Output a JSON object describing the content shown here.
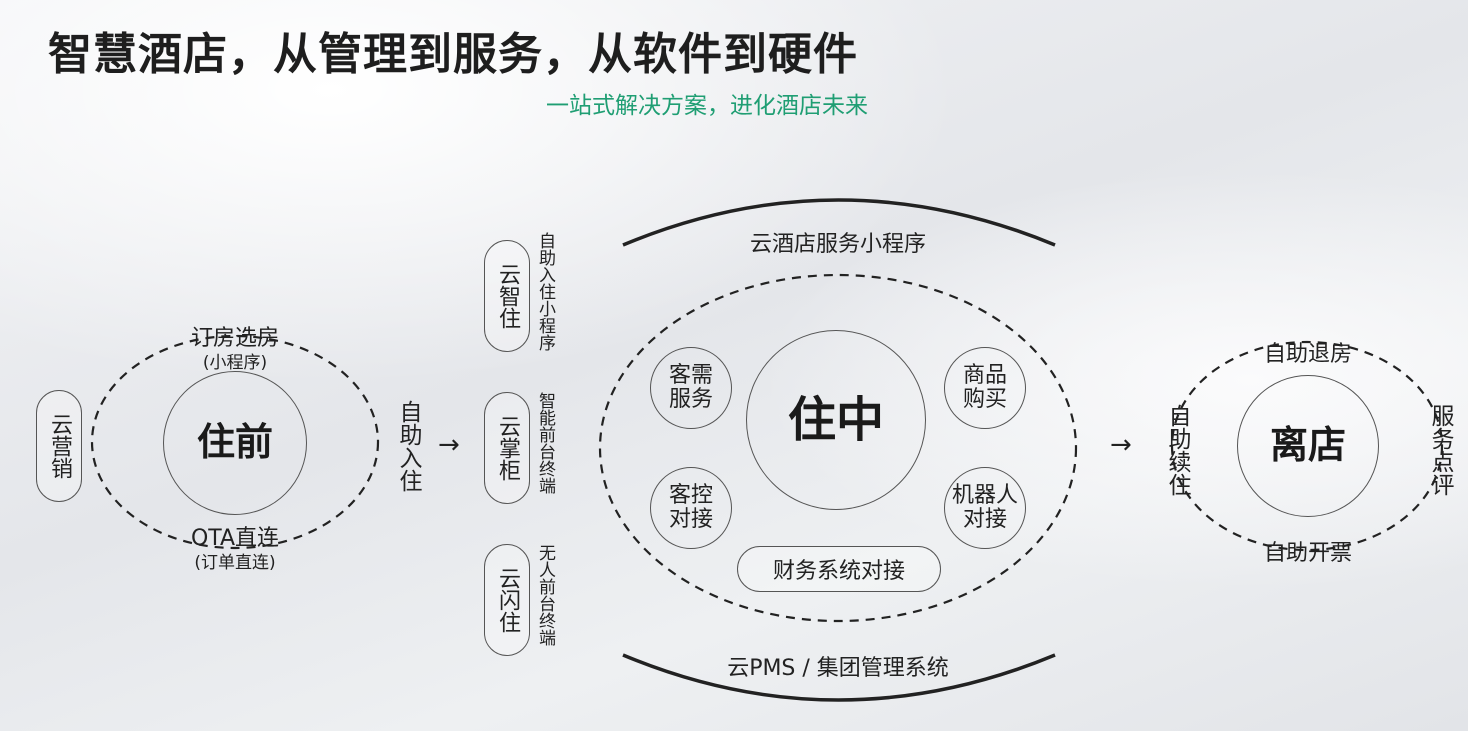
{
  "header": {
    "title": "智慧酒店，从管理到服务，从软件到硬件",
    "subtitle": "一站式解决方案，进化酒店未来"
  },
  "pre_stay": {
    "marketing": "云营销",
    "center": "住前",
    "top_label": "订房选房",
    "top_sub": "(小程序)",
    "bottom_label": "OTA直连",
    "bottom_sub": "(订单直连)"
  },
  "checkin": {
    "self_checkin": "自助入住",
    "arrow": "→",
    "products": [
      {
        "name": "云智住",
        "desc": "自助入住小程序"
      },
      {
        "name": "云掌柜",
        "desc": "智能前台终端"
      },
      {
        "name": "云闪住",
        "desc": "无人前台终端"
      }
    ]
  },
  "in_stay": {
    "top_arc": "云酒店服务小程序",
    "bottom_arc": "云PMS / 集团管理系统",
    "center": "住中",
    "guest_service": "客需服务",
    "goods": "商品购买",
    "room_control": "客控对接",
    "robot": "机器人对接",
    "finance": "财务系统对接"
  },
  "checkout": {
    "arrow": "→",
    "center": "离店",
    "top_label": "自助退房",
    "bottom_label": "自助开票",
    "left_label": "自助续住",
    "right_label": "服务点评"
  },
  "colors": {
    "accent": "#1f9e73",
    "line": "#222222"
  }
}
